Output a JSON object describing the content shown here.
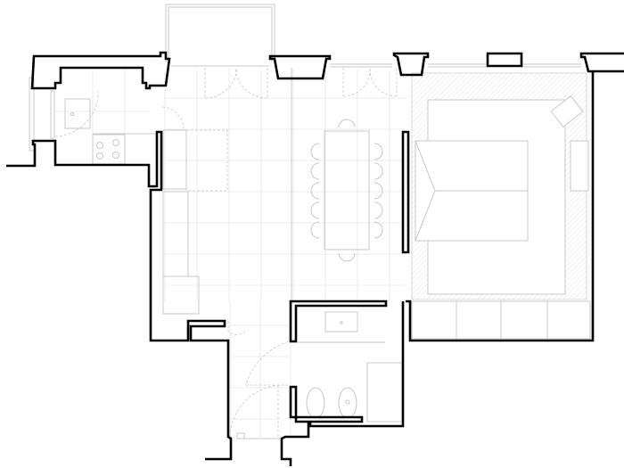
{
  "plan": {
    "colors": {
      "walls": "#000000",
      "furniture": "#c8c8c8",
      "tile_grid": "#e6e6e6"
    },
    "rooms": [
      "kitchen",
      "living-dining",
      "bedroom",
      "bathroom",
      "entrance",
      "balcony"
    ]
  }
}
